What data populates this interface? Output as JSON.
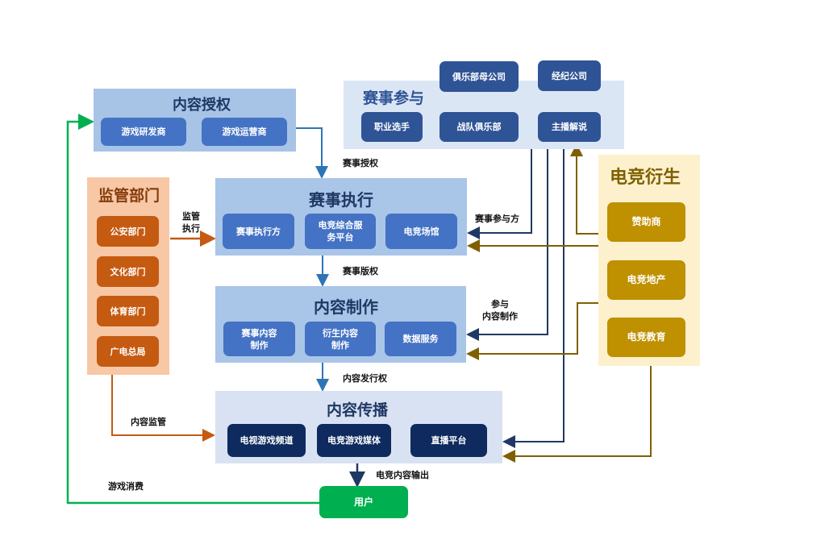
{
  "diagram": {
    "groups": {
      "content_authorization": {
        "title": "内容授权",
        "nodes": [
          "游戏研发商",
          "游戏运营商"
        ]
      },
      "event_participation": {
        "title": "赛事参与",
        "nodes": [
          "职业选手",
          "战队俱乐部",
          "主播解说"
        ],
        "upstream_nodes": [
          "俱乐部母公司",
          "经纪公司"
        ]
      },
      "regulators": {
        "title": "监管部门",
        "nodes": [
          "公安部门",
          "文化部门",
          "体育部门",
          "广电总局"
        ]
      },
      "event_execution": {
        "title": "赛事执行",
        "nodes": [
          "赛事执行方",
          "电竞综合服务平台",
          "电竞场馆"
        ]
      },
      "content_production": {
        "title": "内容制作",
        "nodes": [
          "赛事内容制作",
          "衍生内容制作",
          "数据服务"
        ]
      },
      "content_distribution": {
        "title": "内容传播",
        "nodes": [
          "电视游戏频道",
          "电竞游戏媒体",
          "直播平台"
        ]
      },
      "esports_derivatives": {
        "title": "电竞衍生",
        "nodes": [
          "赞助商",
          "电竞地产",
          "电竞教育"
        ]
      },
      "user": {
        "label": "用户"
      }
    },
    "node_display": {
      "esports_service_platform": [
        "电竞综合服",
        "务平台"
      ],
      "event_content_production": [
        "赛事内容",
        "制作"
      ],
      "derivative_content_production": [
        "衍生内容",
        "制作"
      ]
    },
    "edge_labels": {
      "event_authorization": "赛事授权",
      "regulation_execution": [
        "监管",
        "执行"
      ],
      "event_participants": "赛事参与方",
      "event_copyright": "赛事版权",
      "participate_content_production": [
        "参与",
        "内容制作"
      ],
      "content_distribution_rights": "内容发行权",
      "content_regulation": "内容监管",
      "esports_content_output": "电竞内容输出",
      "game_consumption": "游戏消费"
    },
    "colors": {
      "auth_group": "#a7c3e6",
      "node_blue": "#4472c4",
      "node_dark_blue": "#2f5496",
      "node_navy": "#0e2a5e",
      "regulator_group": "#f8c7a6",
      "regulator_node": "#c55a11",
      "derivative_group": "#fdf1cd",
      "derivative_node": "#bf9000",
      "user_node": "#00b050",
      "title_blue": "#1f3864",
      "title_orange": "#843c0c",
      "title_gold": "#7f6000"
    }
  }
}
